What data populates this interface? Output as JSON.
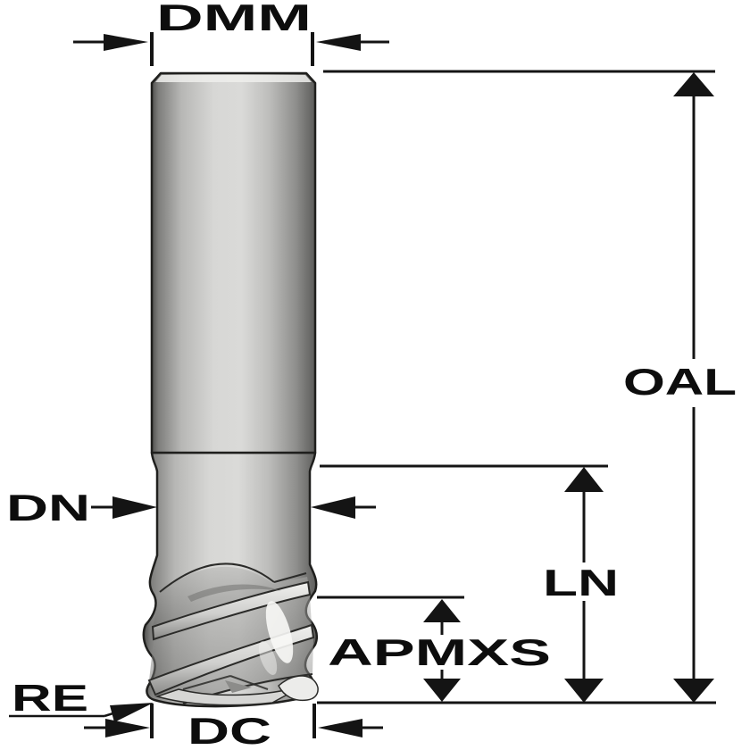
{
  "figure": {
    "type": "technical-drawing",
    "subject": "end-mill-cutter-dimension-diagram",
    "background_color": "#ffffff",
    "line_color": "#141414",
    "text_color": "#0d0d0d",
    "metal_colors": {
      "edge_dark": "#4f4f4d",
      "mid": "#b7b7b5",
      "light": "#d8d8d6",
      "highlight": "#f5f5f3"
    },
    "labels": {
      "dmm": "DMM",
      "oal": "OAL",
      "dn": "DN",
      "ln": "LN",
      "apmxs": "APMXS",
      "re": "RE",
      "dc": "DC"
    }
  }
}
